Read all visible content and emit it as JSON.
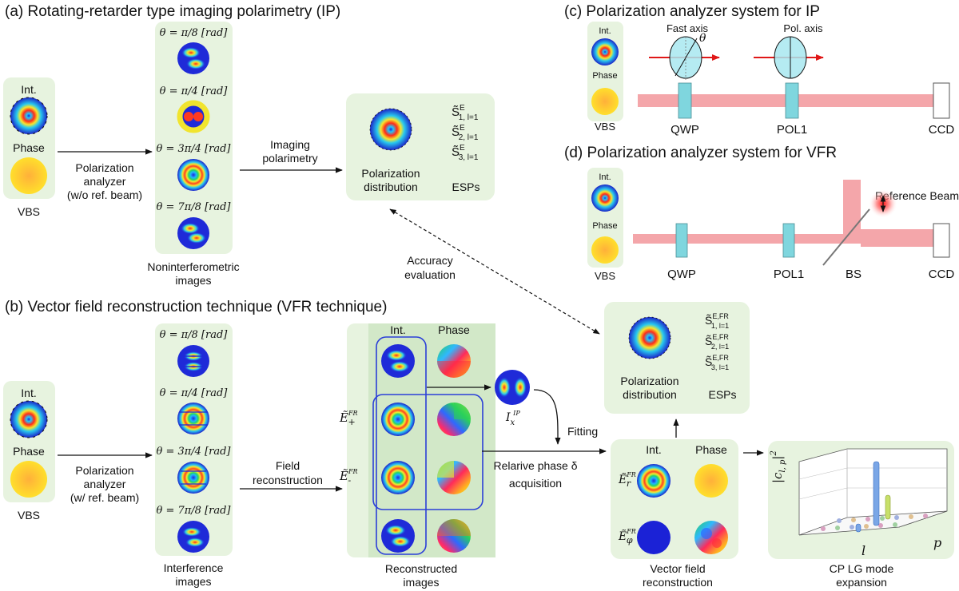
{
  "panels": {
    "a": {
      "title": "(a) Rotating-retarder type imaging polarimetry (IP)",
      "vbs": {
        "int": "Int.",
        "phase": "Phase",
        "name": "VBS"
      },
      "analyzer": {
        "line1": "Polarization",
        "line2": "analyzer",
        "line3": "(w/o ref. beam)"
      },
      "angles": [
        "θ = π/8 [rad]",
        "θ = π/4 [rad]",
        "θ = 3π/4 [rad]",
        "θ = 7π/8 [rad]"
      ],
      "images_label": {
        "line1": "Noninterferometric",
        "line2": "images"
      },
      "polarimetry": {
        "line1": "Imaging",
        "line2": "polarimetry"
      },
      "pol_dist": {
        "line1": "Polarization",
        "line2": "distribution"
      },
      "esps": {
        "s1": "S̃",
        "s1_sup": "E",
        "s1_sub": "1, l=1",
        "s2": "S̃",
        "s2_sup": "E",
        "s2_sub": "2, l=1",
        "s3": "S̃",
        "s3_sup": "E",
        "s3_sub": "3, l=1",
        "label": "ESPs"
      }
    },
    "accuracy": {
      "line1": "Accuracy",
      "line2": "evaluation"
    },
    "b": {
      "title": "(b) Vector field reconstruction technique (VFR technique)",
      "vbs": {
        "int": "Int.",
        "phase": "Phase",
        "name": "VBS"
      },
      "analyzer": {
        "line1": "Polarization",
        "line2": "analyzer",
        "line3": "(w/ ref. beam)"
      },
      "angles": [
        "θ = π/8 [rad]",
        "θ = π/4 [rad]",
        "θ = 3π/4 [rad]",
        "θ = 7π/8 [rad]"
      ],
      "images_label": {
        "line1": "Interference",
        "line2": "images"
      },
      "field_recon": {
        "line1": "Field",
        "line2": "reconstruction"
      },
      "recon_head": {
        "int": "Int.",
        "phase": "Phase"
      },
      "e_plus": {
        "base": "Ẽ",
        "sup": "FR",
        "sub": "+"
      },
      "e_minus": {
        "base": "Ẽ",
        "sup": "FR",
        "sub": "-"
      },
      "recon_label": {
        "line1": "Reconstructed",
        "line2": "images"
      },
      "ix": {
        "base": "I",
        "sub": "x",
        "sup": "IP"
      },
      "fitting": "Fitting",
      "relphase": {
        "line1": "Relarive phase δ",
        "line2": "acquisition"
      },
      "pol_dist": {
        "line1": "Polarization",
        "line2": "distribution"
      },
      "esps": {
        "s1": "S̃",
        "s1_sup": "E,FR",
        "s1_sub": "1, l=1",
        "s2": "S̃",
        "s2_sup": "E,FR",
        "s2_sub": "2, l=1",
        "s3": "S̃",
        "s3_sup": "E,FR",
        "s3_sub": "3, l=1",
        "label": "ESPs"
      },
      "vfr_head": {
        "int": "Int.",
        "phase": "Phase"
      },
      "e_r": {
        "base": "Ẽ",
        "sup": "FR",
        "sub": "r"
      },
      "e_phi": {
        "base": "Ẽ",
        "sup": "FR",
        "sub": "φ"
      },
      "vfr_label": {
        "line1": "Vector field",
        "line2": "reconstruction"
      },
      "cp": {
        "ylabel": "|c",
        "ysub": "l, p",
        "ysup": "2",
        "l": "l",
        "p": "p",
        "line1": "CP LG mode",
        "line2": "expansion"
      }
    },
    "c": {
      "title": "(c) Polarization analyzer system for IP",
      "vbs": {
        "int": "Int.",
        "phase": "Phase",
        "name": "VBS"
      },
      "fast_axis": "Fast axis",
      "theta": "θ",
      "pol_axis": "Pol. axis",
      "qwp": "QWP",
      "pol1": "POL1",
      "ccd": "CCD"
    },
    "d": {
      "title": "(d) Polarization analyzer system for VFR",
      "vbs": {
        "int": "Int.",
        "phase": "Phase",
        "name": "VBS"
      },
      "ref_beam": "Reference Beam",
      "qwp": "QWP",
      "pol1": "POL1",
      "bs": "BS",
      "ccd": "CCD"
    }
  },
  "colors": {
    "panel_bg": "#e7f3df",
    "panel_bg_dark": "#d2e8c8",
    "beam": "#f4a6aa",
    "optic": "#7fd6de",
    "frame": "#2b3fd8",
    "arrow": "#e01818"
  }
}
